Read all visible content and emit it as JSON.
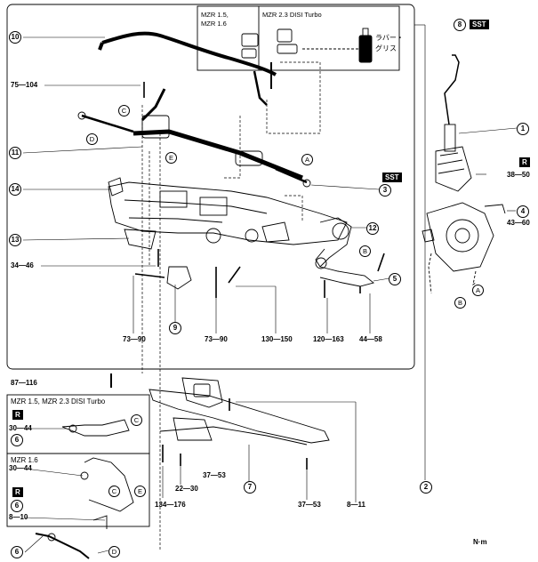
{
  "unit": "N·m",
  "sst": "SST",
  "rubber_grease": [
    "ラバー・",
    "グリス"
  ],
  "inset_top": {
    "engine_a": "MZR 1.5,",
    "engine_a2": "MZR 1.6",
    "engine_b": "MZR 2.3 DISI Turbo"
  },
  "inset_left_a": {
    "title": "MZR 1.5, MZR 2.3 DISI Turbo",
    "torque": "30—44"
  },
  "inset_left_b": {
    "title": "MZR 1.6",
    "torque_1": "30—44",
    "torque_2": "8—10"
  },
  "replace": "R",
  "callouts": [
    "1",
    "2",
    "3",
    "4",
    "5",
    "6",
    "7",
    "8",
    "9",
    "10",
    "11",
    "12",
    "13",
    "14"
  ],
  "letters": [
    "A",
    "B",
    "C",
    "D",
    "E"
  ],
  "torques": {
    "t75": "75—104",
    "t34": "34—46",
    "t73a": "73—90",
    "t73b": "73—90",
    "t130": "130—150",
    "t120": "120—163",
    "t44": "44—58",
    "t87": "87—116",
    "t38": "38—50",
    "t43": "43—60",
    "t22": "22—30",
    "t37a": "37—53",
    "t134": "134—176",
    "t37b": "37—53",
    "t8": "8—11"
  }
}
